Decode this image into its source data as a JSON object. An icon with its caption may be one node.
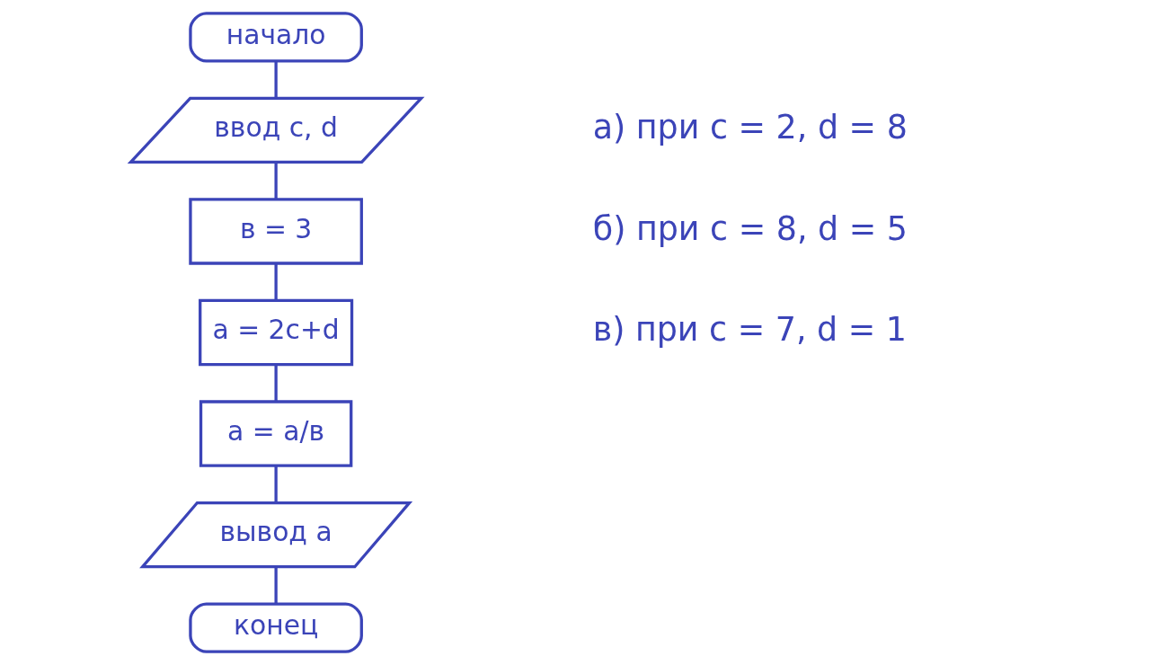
{
  "diagram": {
    "nodes": [
      {
        "text": [
          "начало"
        ]
      },
      {
        "text": [
          "ввод c, d"
        ]
      },
      {
        "text": [
          "в = 3"
        ]
      },
      {
        "text": [
          "a = 2c+d"
        ]
      },
      {
        "text": [
          "a = a/в"
        ]
      },
      {
        "text": [
          "вывод a"
        ]
      },
      {
        "text": [
          "конец"
        ]
      }
    ],
    "edges": [
      {
        "from": 0,
        "to": 1,
        "arrow": "none"
      },
      {
        "from": 1,
        "to": 2,
        "arrow": "none"
      },
      {
        "from": 2,
        "to": 3,
        "arrow": "none"
      },
      {
        "from": 3,
        "to": 4,
        "arrow": "none"
      },
      {
        "from": 4,
        "to": 5,
        "arrow": "none"
      },
      {
        "from": 5,
        "to": 6,
        "arrow": "none"
      }
    ],
    "labels": [
      "а) при c = 2, d = 8",
      "б) при c = 8, d = 5",
      "в) при c = 7, d = 1"
    ]
  }
}
